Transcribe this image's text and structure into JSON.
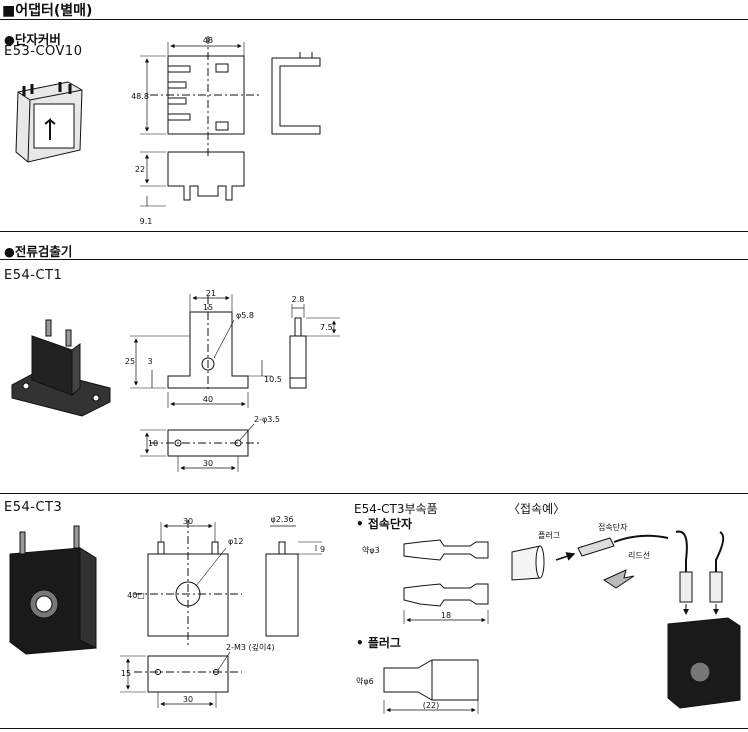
{
  "page": {
    "title": "■어댑터(별매)"
  },
  "sections": {
    "cover": {
      "heading": "●단자커버",
      "model": "E53-COV10",
      "dims": {
        "width": "48",
        "height": "48.8",
        "depth": "22",
        "bottom": "9.1"
      }
    },
    "ct": {
      "heading": "●전류검출기",
      "ct1": {
        "model": "E54-CT1",
        "dims": {
          "d21": "21",
          "d15": "15",
          "hole": "φ5.8",
          "d25": "25",
          "d3": "3",
          "d40": "40",
          "d10_5": "10.5",
          "d2_8": "2.8",
          "d7_5": "7.5",
          "d10": "10",
          "d30": "30",
          "mount": "2-φ3.5"
        }
      },
      "ct3": {
        "model": "E54-CT3",
        "dims": {
          "d30": "30",
          "hole": "φ12",
          "d40": "40□",
          "pin": "φ2.36",
          "d9": "9",
          "d15": "15",
          "d30b": "30",
          "mount": "2-M3 (깊이4)"
        }
      },
      "accessories": {
        "title": "E54-CT3부속품",
        "terminal_label": "• 접속단자",
        "terminal_dim": "약φ3",
        "terminal_len": "18",
        "plug_label": "• 플러그",
        "plug_dim": "약φ6",
        "plug_len": "(22)"
      },
      "example": {
        "title": "〈접속예〉",
        "plug": "플러그",
        "terminal": "접속단자",
        "lead": "리드선"
      }
    }
  }
}
